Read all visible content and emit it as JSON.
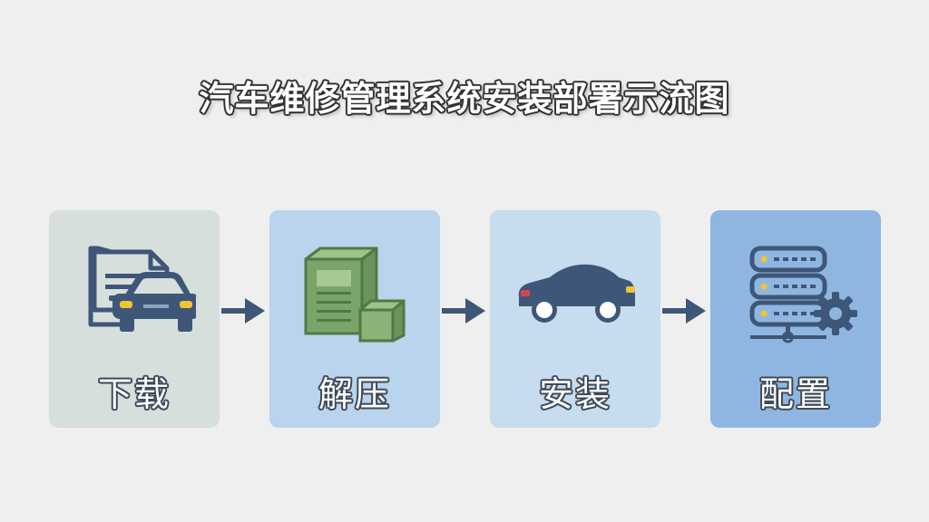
{
  "title": "汽车维修管理系统安装部署示流图",
  "steps": [
    {
      "label": "下载",
      "icon": "download-document-car-icon",
      "color": "#d6dfdc"
    },
    {
      "label": "解压",
      "icon": "extract-archive-boxes-icon",
      "color": "#b9d4ec"
    },
    {
      "label": "安装",
      "icon": "car-install-icon",
      "color": "#c7dcee"
    },
    {
      "label": "配置",
      "icon": "server-gear-config-icon",
      "color": "#8fb6e0"
    }
  ],
  "colors": {
    "background": "#efefef",
    "icon_dark": "#3e5677",
    "icon_green": "#7aa469",
    "accent_yellow": "#f2c230",
    "accent_red": "#d9464a",
    "arrow": "#3e5677"
  }
}
